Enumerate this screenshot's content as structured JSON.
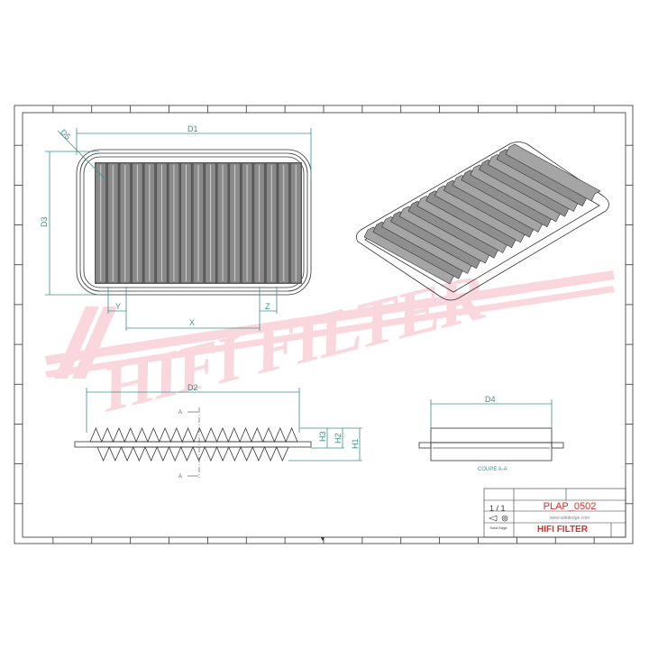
{
  "watermark": {
    "text": "HIFI FILTER",
    "color": "#f4a6b4"
  },
  "front_view": {
    "labels": {
      "d1": "D1",
      "d3": "D3",
      "d5": "D5",
      "x": "X",
      "y": "Y",
      "z": "Z"
    }
  },
  "side_view": {
    "labels": {
      "d2": "D2",
      "h1": "H1",
      "h2": "H2",
      "h3": "H3",
      "section_top": "A",
      "section_bottom": "A"
    }
  },
  "section_view": {
    "labels": {
      "d4": "D4"
    },
    "caption": "COUPE A-A"
  },
  "title_block": {
    "scale": "1 / 1",
    "part_number": "PLAP_0502",
    "website": "www.solidedge.com",
    "brand": "HIFI FILTER",
    "software": "Solid Edge",
    "accent_color": "#d0312d"
  },
  "colors": {
    "dimension": "#3f8f86",
    "pleat": "#6e6e6e",
    "frame": "#333333"
  }
}
